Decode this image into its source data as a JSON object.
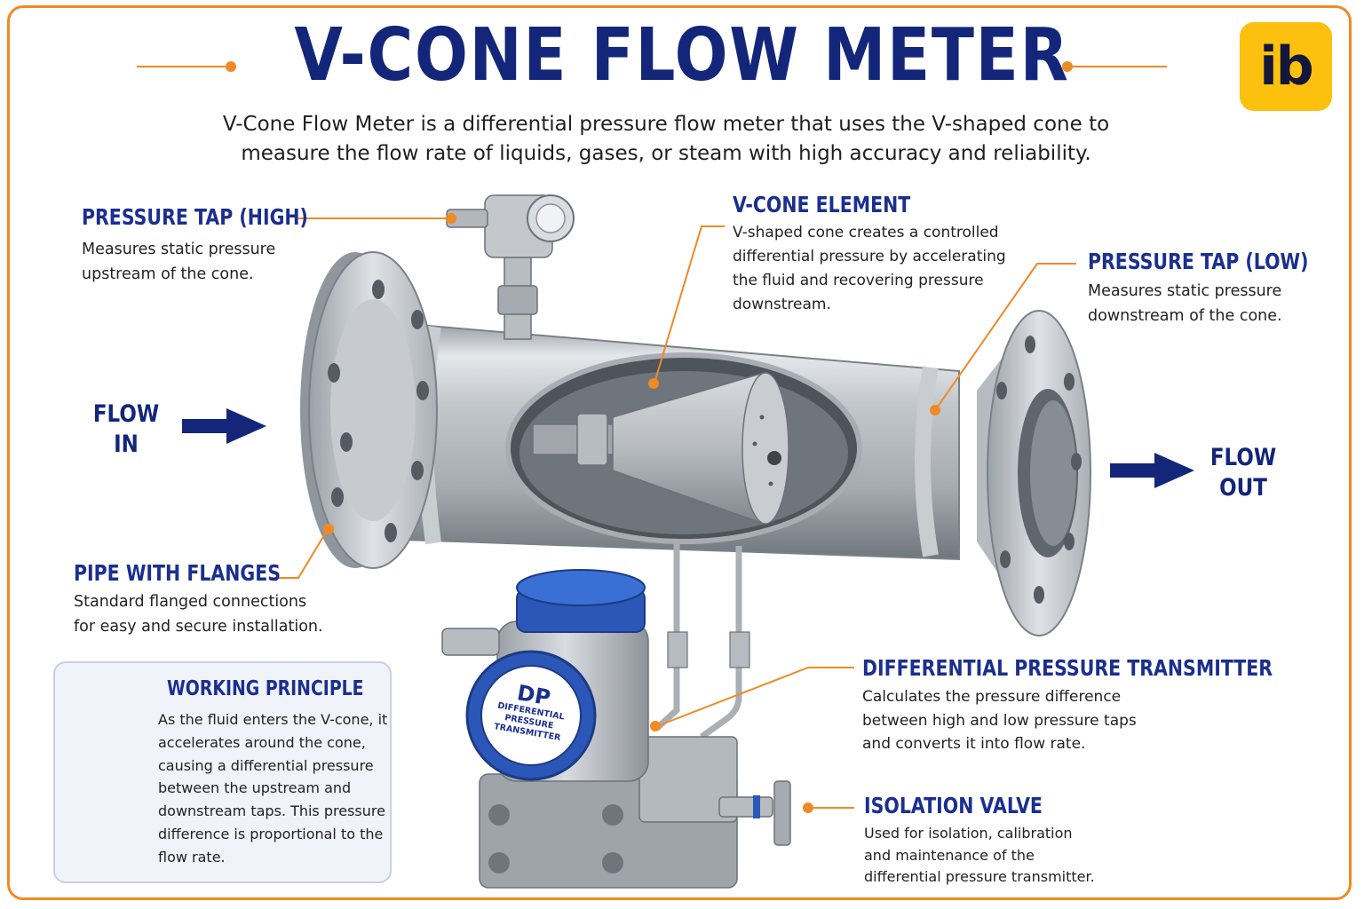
{
  "title": "V-CONE FLOW METER",
  "subtitle": "V-Cone Flow Meter is a differential pressure flow meter that uses the V-shaped cone to measure the flow rate of liquids, gases, or steam with high accuracy and reliability.",
  "logo": "ib",
  "colors": {
    "accent": "#f08a24",
    "navy": "#13267a",
    "blue": "#1b2f8f",
    "steel": "#b9bec4",
    "logo_bg": "#fcc10e"
  },
  "labels": {
    "pressure_tap_high": {
      "heading": "PRESSURE TAP (HIGH)",
      "text": "Measures static pressure upstream of the cone."
    },
    "v_cone_element": {
      "heading": "V-CONE ELEMENT",
      "text": "V-shaped cone creates a controlled differential pressure by accelerating the fluid and recovering pressure downstream."
    },
    "pressure_tap_low": {
      "heading": "PRESSURE TAP (LOW)",
      "text": "Measures static pressure downstream of the cone."
    },
    "pipe_with_flanges": {
      "heading": "PIPE WITH FLANGES",
      "text": "Standard flanged connections for easy and secure installation."
    },
    "dp_transmitter": {
      "heading": "DIFFERENTIAL PRESSURE TRANSMITTER",
      "text": "Calculates the pressure difference between high and low pressure taps and converts it into flow rate."
    },
    "isolation_valve": {
      "heading": "ISOLATION VALVE",
      "text": "Used for isolation, calibration and maintenance of the differential pressure transmitter."
    }
  },
  "flow_in": {
    "line1": "FLOW",
    "line2": "IN"
  },
  "flow_out": {
    "line1": "FLOW",
    "line2": "OUT"
  },
  "working_principle": {
    "heading": "WORKING PRINCIPLE",
    "text": "As the fluid enters the V-cone, it accelerates around the cone, causing a differential pressure between the upstream and downstream taps. This pressure difference is proportional to the flow rate.",
    "icon": "lightbulb-icon"
  },
  "transmitter_face": {
    "big": "DP",
    "line1": "DIFFERENTIAL",
    "line2": "PRESSURE",
    "line3": "TRANSMITTER"
  }
}
